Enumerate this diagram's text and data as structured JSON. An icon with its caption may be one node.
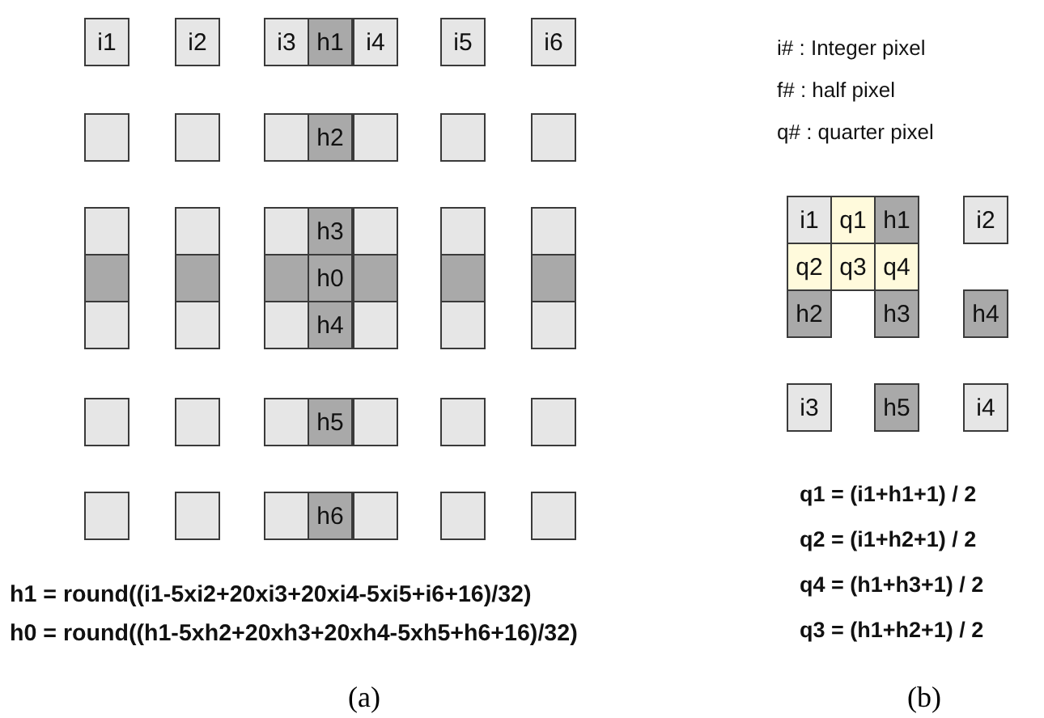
{
  "diagram": {
    "nodes": [
      {
        "text": [
          "i1"
        ]
      },
      {
        "text": [
          "i2"
        ]
      },
      {
        "text": [
          "i3"
        ]
      },
      {
        "text": [
          "h1"
        ]
      },
      {
        "text": [
          "i4"
        ]
      },
      {
        "text": [
          "i5"
        ]
      },
      {
        "text": [
          "i6"
        ]
      },
      {
        "text": [],
        "shape": "box"
      },
      {
        "text": [],
        "shape": "box"
      },
      {
        "text": [],
        "shape": "box"
      },
      {
        "text": [
          "h2"
        ]
      },
      {
        "text": [],
        "shape": "box"
      },
      {
        "text": [],
        "shape": "box"
      },
      {
        "text": [],
        "shape": "box"
      },
      {
        "text": [],
        "shape": "box"
      },
      {
        "text": [],
        "shape": "box"
      },
      {
        "text": [],
        "shape": "box"
      },
      {
        "text": [
          "h3"
        ]
      },
      {
        "text": [],
        "shape": "box"
      },
      {
        "text": [],
        "shape": "box"
      },
      {
        "text": [],
        "shape": "box"
      },
      {
        "text": [],
        "shape": "box"
      },
      {
        "text": [],
        "shape": "box"
      },
      {
        "text": [],
        "shape": "box"
      },
      {
        "text": [
          "h0"
        ]
      },
      {
        "text": [],
        "shape": "box"
      },
      {
        "text": [],
        "shape": "box"
      },
      {
        "text": [],
        "shape": "box"
      },
      {
        "text": [],
        "shape": "box"
      },
      {
        "text": [],
        "shape": "box"
      },
      {
        "text": [],
        "shape": "box"
      },
      {
        "text": [
          "h4"
        ]
      },
      {
        "text": [],
        "shape": "box"
      },
      {
        "text": [],
        "shape": "box"
      },
      {
        "text": [],
        "shape": "box"
      },
      {
        "text": [],
        "shape": "box"
      },
      {
        "text": [],
        "shape": "box"
      },
      {
        "text": [],
        "shape": "box"
      },
      {
        "text": [
          "h5"
        ]
      },
      {
        "text": [],
        "shape": "box"
      },
      {
        "text": [],
        "shape": "box"
      },
      {
        "text": [],
        "shape": "box"
      },
      {
        "text": [],
        "shape": "box"
      },
      {
        "text": [],
        "shape": "box"
      },
      {
        "text": [],
        "shape": "box"
      },
      {
        "text": [
          "h6"
        ]
      },
      {
        "text": [],
        "shape": "box"
      },
      {
        "text": [],
        "shape": "box"
      },
      {
        "text": [],
        "shape": "box"
      },
      {
        "text": [
          "i1"
        ]
      },
      {
        "text": [
          "q1"
        ]
      },
      {
        "text": [
          "h1"
        ]
      },
      {
        "text": [
          "i2"
        ]
      },
      {
        "text": [
          "q2"
        ]
      },
      {
        "text": [
          "q3"
        ]
      },
      {
        "text": [
          "q4"
        ]
      },
      {
        "text": [
          "h2"
        ]
      },
      {
        "text": [
          "h3"
        ]
      },
      {
        "text": [
          "h4"
        ]
      },
      {
        "text": [
          "i3"
        ]
      },
      {
        "text": [
          "h5"
        ]
      },
      {
        "text": [
          "i4"
        ]
      }
    ],
    "labels": [
      "i# : Integer pixel",
      "f# : half pixel",
      "q# : quarter pixel",
      "q1 = (i1+h1+1) / 2",
      "q2 = (i1+h2+1) / 2",
      "q4 = (h1+h3+1) / 2",
      "q3 = (h1+h2+1) / 2",
      "h1 = round((i1-5xi2+20xi3+20xi4-5xi5+i6+16)/32)",
      "h0 = round((h1-5xh2+20xh3+20xh4-5xh5+h6+16)/32)",
      "(a)",
      "(b)"
    ]
  }
}
